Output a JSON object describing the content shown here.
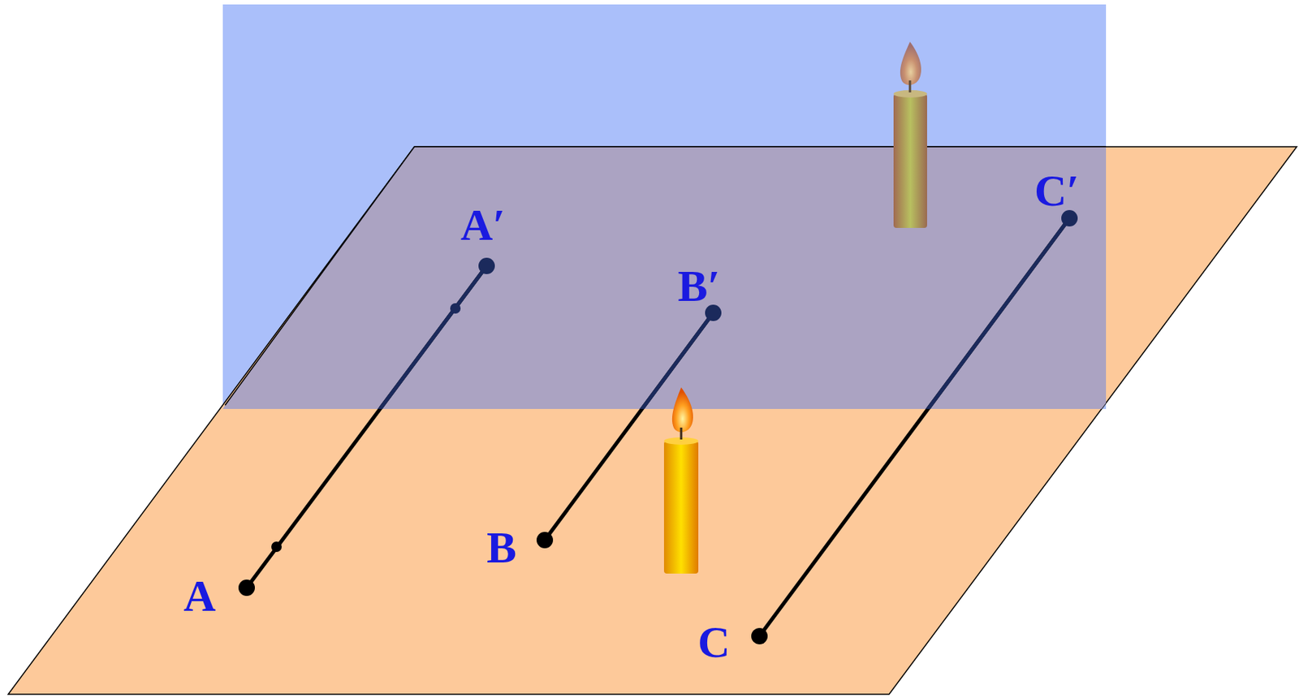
{
  "diagram": {
    "labels": [
      "A′",
      "B′",
      "C′",
      "A",
      "B",
      "C"
    ]
  }
}
